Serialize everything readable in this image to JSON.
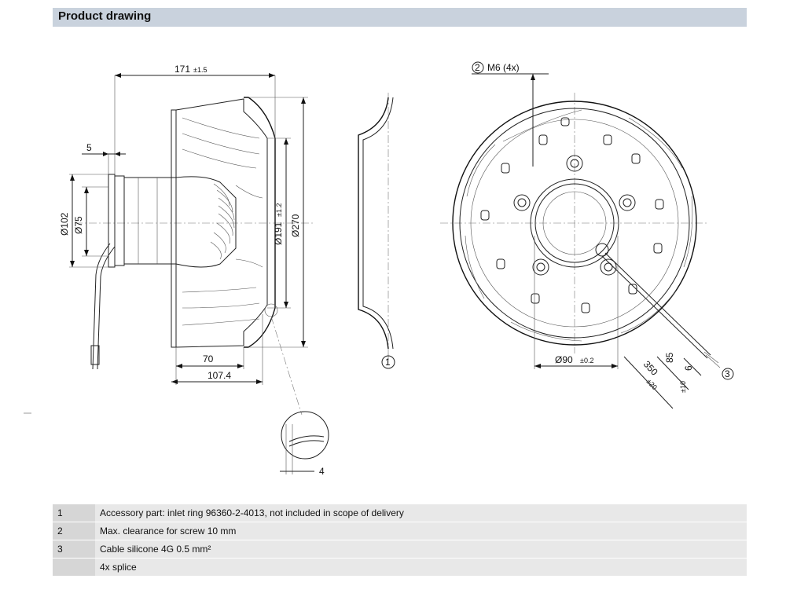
{
  "section_title": "Product drawing",
  "dimensions": {
    "overall_length": "171",
    "overall_length_tol": "±1.5",
    "flange_offset": "5",
    "dia_102": "Ø102",
    "dia_75": "Ø75",
    "dia_191": "Ø191",
    "dia_191_tol": "±1.2",
    "dia_270": "Ø270",
    "len_70": "70",
    "len_107": "107.4",
    "detail_4": "4",
    "screw": "M6 (4x)",
    "dia_90": "Ø90",
    "dia_90_tol": "±0.2",
    "cable_350": "350",
    "cable_350_tol": "±20",
    "cable_85": "85",
    "cable_85_tol": "±10",
    "cable_6": "6"
  },
  "callouts": {
    "c1": "1",
    "c2": "2",
    "c3": "3"
  },
  "legend": [
    {
      "num": "1",
      "text": "Accessory part: inlet ring 96360-2-4013, not included in scope of delivery"
    },
    {
      "num": "2",
      "text": "Max. clearance for screw 10 mm"
    },
    {
      "num": "3",
      "text": "Cable silicone 4G 0.5 mm²"
    },
    {
      "num": "",
      "text": "4x splice"
    }
  ]
}
